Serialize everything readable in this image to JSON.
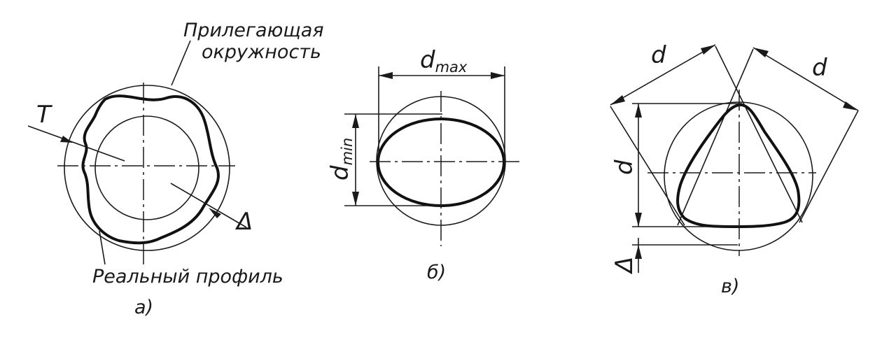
{
  "figure_a": {
    "adjacent_circle_label_line1": "Прилегающая",
    "adjacent_circle_label_line2": "окружность",
    "real_profile_label": "Реальный профиль",
    "tolerance_symbol": "T",
    "deviation_symbol": "Δ",
    "caption": "а)"
  },
  "figure_b": {
    "dmax_base": "d",
    "dmax_sub": "max",
    "dmin_base": "d",
    "dmin_sub": "min",
    "caption": "б)"
  },
  "figure_c": {
    "d_left": "d",
    "d_right": "d",
    "d_vertical": "d",
    "deviation_symbol": "Δ",
    "caption": "в)"
  },
  "colors": {
    "ink": "#1a1a1a",
    "background": "#ffffff"
  }
}
